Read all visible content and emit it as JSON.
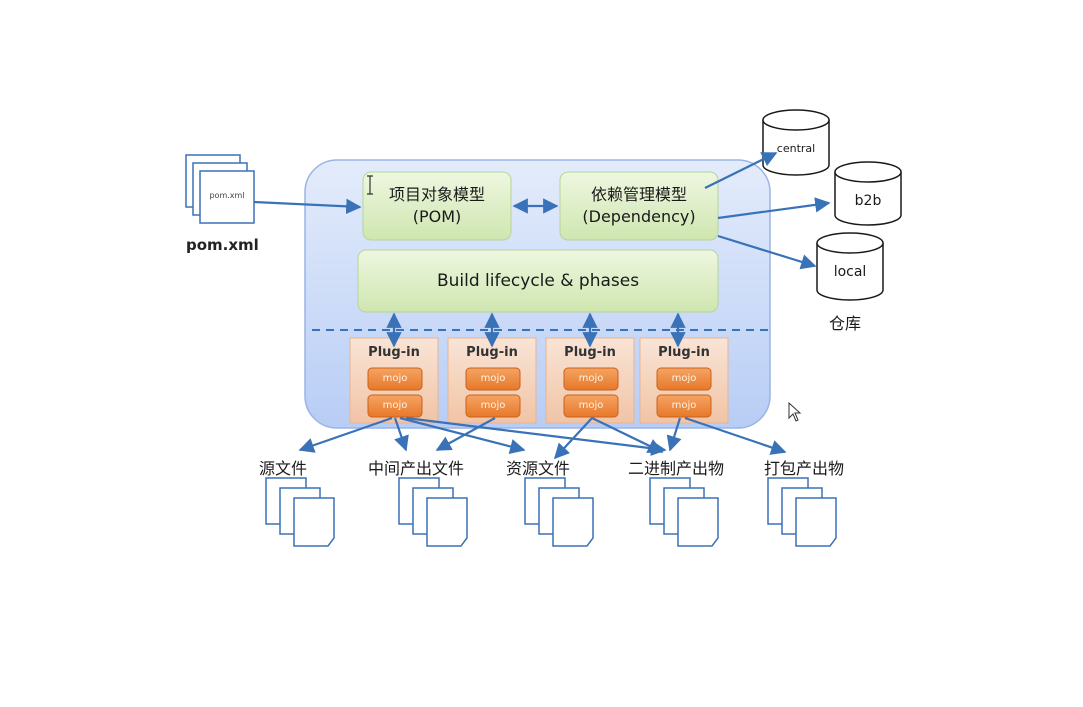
{
  "pom_file": {
    "icon_label": "pom.xml",
    "caption": "pom.xml"
  },
  "pom_model": {
    "line1": "项目对象模型",
    "line2": "(POM)"
  },
  "dependency_model": {
    "line1": "依赖管理模型",
    "line2": "(Dependency)"
  },
  "lifecycle": {
    "label": "Build lifecycle & phases"
  },
  "plugins": [
    {
      "title": "Plug-in",
      "mojos": [
        "mojo",
        "mojo"
      ]
    },
    {
      "title": "Plug-in",
      "mojos": [
        "mojo",
        "mojo"
      ]
    },
    {
      "title": "Plug-in",
      "mojos": [
        "mojo",
        "mojo"
      ]
    },
    {
      "title": "Plug-in",
      "mojos": [
        "mojo",
        "mojo"
      ]
    }
  ],
  "repositories": {
    "items": [
      "central",
      "b2b",
      "local"
    ],
    "caption": "仓库"
  },
  "outputs": [
    "源文件",
    "中间产出文件",
    "资源文件",
    "二进制产出物",
    "打包产出物"
  ],
  "colors": {
    "container": "#c9d9f8",
    "green_box": "#dff0c8",
    "plugin_box": "#f6d8c4",
    "mojo": "#ef8a3c",
    "arrow": "#3a72b8"
  }
}
